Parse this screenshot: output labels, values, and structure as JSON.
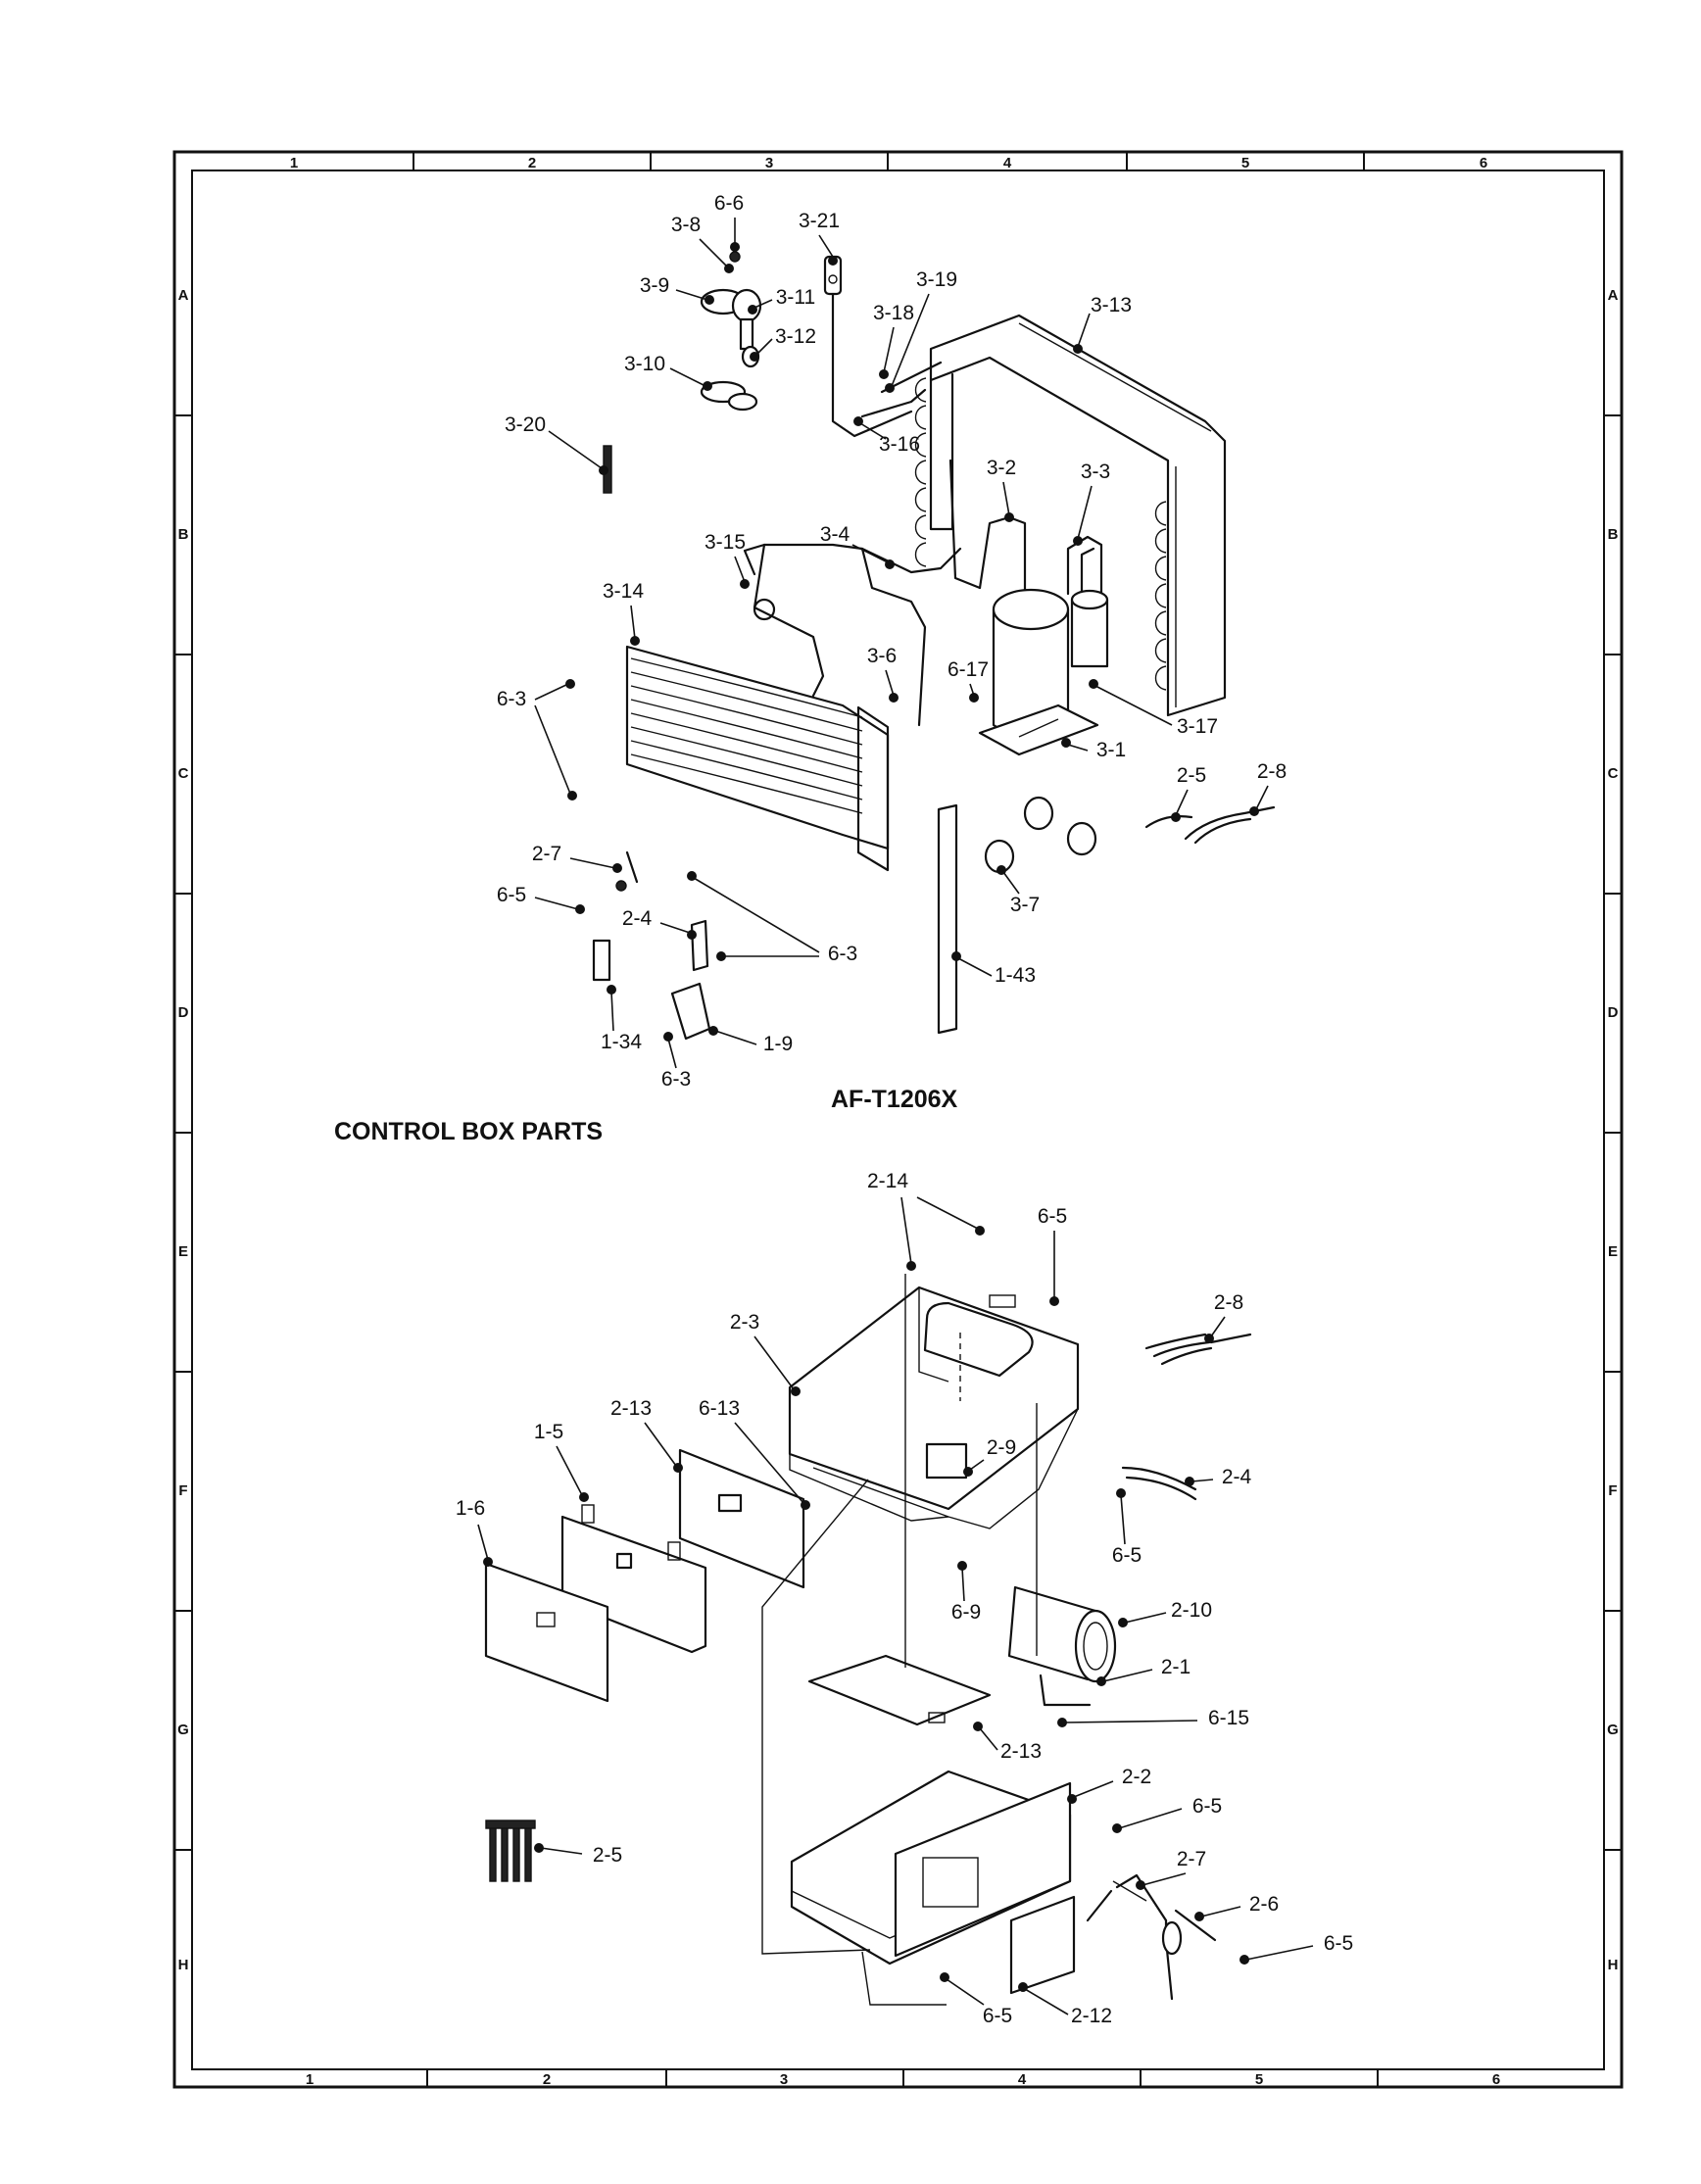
{
  "frame": {
    "col_labels": [
      "1",
      "2",
      "3",
      "4",
      "5",
      "6"
    ],
    "row_labels": [
      "A",
      "B",
      "C",
      "D",
      "E",
      "F",
      "G",
      "H"
    ]
  },
  "model_label": "AF-T1206X",
  "section_heading": "CONTROL BOX PARTS",
  "top_callouts": [
    "6-6",
    "3-8",
    "3-21",
    "3-9",
    "3-11",
    "3-12",
    "3-19",
    "3-18",
    "3-13",
    "3-10",
    "3-20",
    "3-16",
    "3-2",
    "3-3",
    "3-15",
    "3-4",
    "3-14",
    "3-6",
    "6-17",
    "6-3",
    "3-17",
    "3-1",
    "2-5",
    "2-8",
    "2-7",
    "6-5",
    "2-4",
    "6-3",
    "3-7",
    "1-43",
    "1-34",
    "1-9",
    "6-3"
  ],
  "bottom_callouts": [
    "2-14",
    "6-5",
    "2-8",
    "2-3",
    "2-13",
    "6-13",
    "1-5",
    "2-9",
    "2-4",
    "1-6",
    "6-5",
    "6-9",
    "2-10",
    "2-1",
    "6-15",
    "2-13",
    "2-2",
    "6-5",
    "2-5",
    "2-7",
    "2-6",
    "6-5",
    "6-5",
    "2-12"
  ]
}
